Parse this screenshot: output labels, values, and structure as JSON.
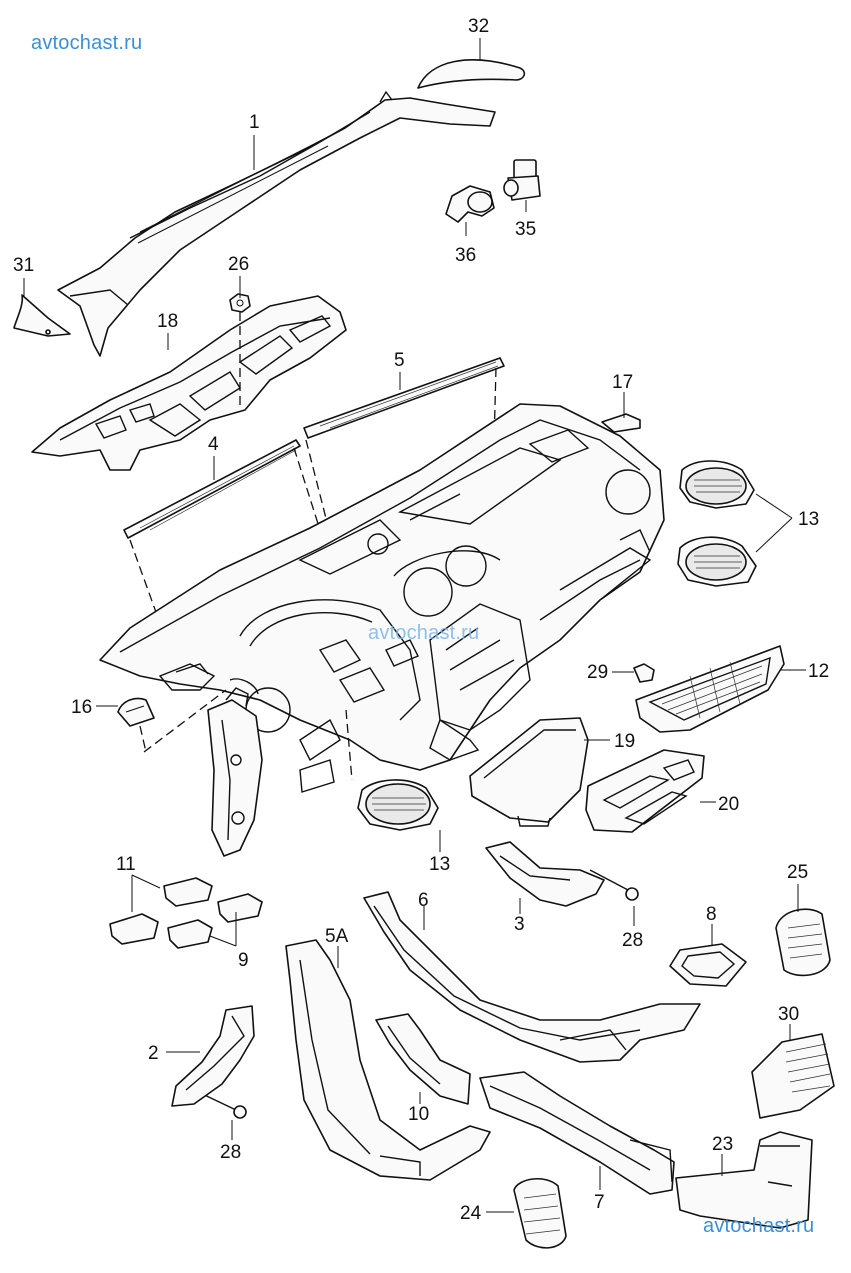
{
  "watermarks": {
    "top": "avtochast.ru",
    "middle": "avtochast.ru",
    "bottom": "avtochast.ru"
  },
  "callouts": [
    {
      "id": "32",
      "label": "32"
    },
    {
      "id": "1",
      "label": "1"
    },
    {
      "id": "35",
      "label": "35"
    },
    {
      "id": "36",
      "label": "36"
    },
    {
      "id": "31",
      "label": "31"
    },
    {
      "id": "26",
      "label": "26"
    },
    {
      "id": "18",
      "label": "18"
    },
    {
      "id": "5",
      "label": "5"
    },
    {
      "id": "17",
      "label": "17"
    },
    {
      "id": "4",
      "label": "4"
    },
    {
      "id": "13a",
      "label": "13"
    },
    {
      "id": "29",
      "label": "29"
    },
    {
      "id": "12",
      "label": "12"
    },
    {
      "id": "16",
      "label": "16"
    },
    {
      "id": "19",
      "label": "19"
    },
    {
      "id": "20",
      "label": "20"
    },
    {
      "id": "13b",
      "label": "13"
    },
    {
      "id": "11",
      "label": "11"
    },
    {
      "id": "9",
      "label": "9"
    },
    {
      "id": "3",
      "label": "3"
    },
    {
      "id": "28a",
      "label": "28"
    },
    {
      "id": "25",
      "label": "25"
    },
    {
      "id": "6",
      "label": "6"
    },
    {
      "id": "5A",
      "label": "5A"
    },
    {
      "id": "8",
      "label": "8"
    },
    {
      "id": "2",
      "label": "2"
    },
    {
      "id": "30",
      "label": "30"
    },
    {
      "id": "10",
      "label": "10"
    },
    {
      "id": "28b",
      "label": "28"
    },
    {
      "id": "23",
      "label": "23"
    },
    {
      "id": "7",
      "label": "7"
    },
    {
      "id": "24",
      "label": "24"
    }
  ]
}
